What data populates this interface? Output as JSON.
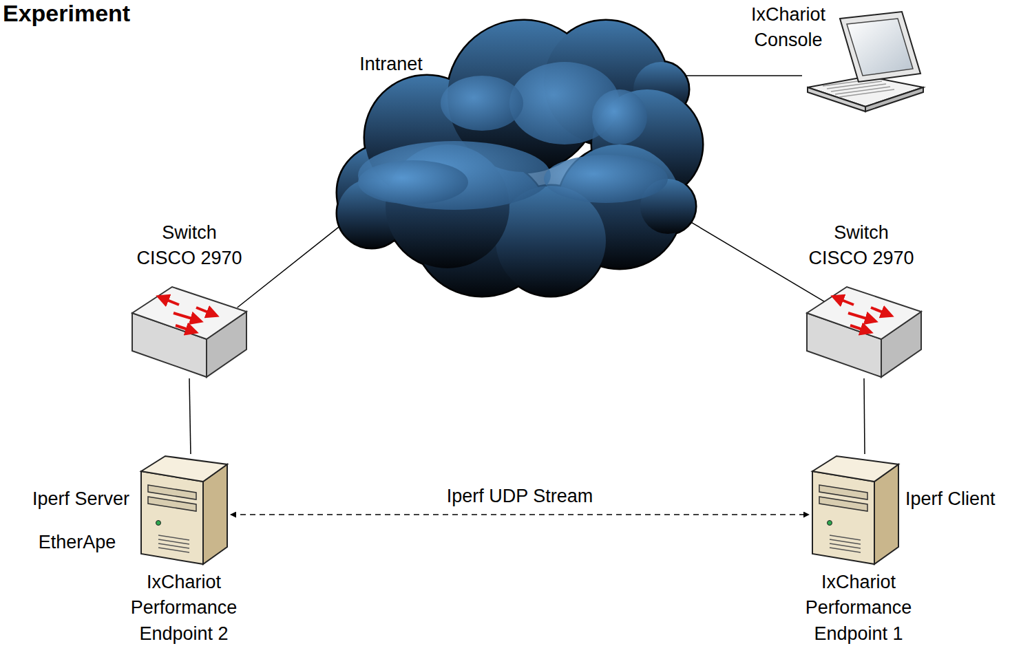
{
  "diagram": {
    "title": "Experiment",
    "nodes": [
      {
        "text": [
          "Intranet"
        ]
      },
      {
        "text": [
          "IxChariot Console"
        ]
      },
      {
        "text": [
          "Switch CISCO 2970"
        ]
      },
      {
        "text": [
          "Switch CISCO 2970"
        ]
      },
      {
        "text": [
          "Iperf Server",
          "EtherApe",
          "IxChariot Performance Endpoint 2"
        ]
      },
      {
        "text": [
          "Iperf Client",
          "IxChariot Performance Endpoint 1"
        ]
      }
    ],
    "edges": [
      {
        "from": 0,
        "to": 1,
        "arrow": "none"
      },
      {
        "from": 2,
        "to": 0,
        "arrow": "none"
      },
      {
        "from": 3,
        "to": 0,
        "arrow": "none"
      },
      {
        "from": 2,
        "to": 4,
        "arrow": "none"
      },
      {
        "from": 3,
        "to": 5,
        "arrow": "none"
      },
      {
        "from": 4,
        "to": 5,
        "label": "Iperf UDP Stream",
        "arrow": "both"
      }
    ]
  }
}
